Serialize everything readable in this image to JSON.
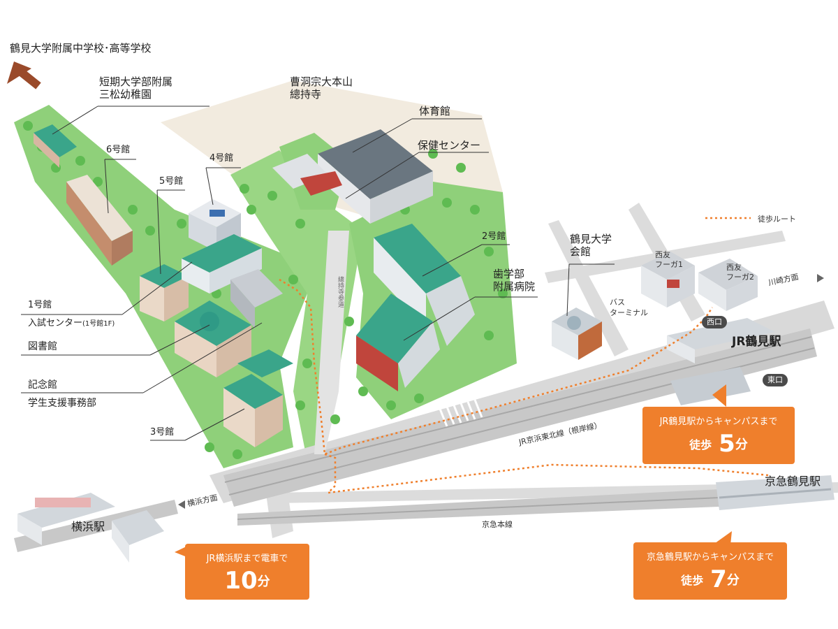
{
  "top_left_label": "鶴見大学附属中学校･高等学校",
  "buildings": {
    "kindergarten": "短期大学部附属\n三松幼稚園",
    "sojiji": "曹洞宗大本山\n總持寺",
    "gym": "体育館",
    "health_center": "保健センター",
    "building6": "6号館",
    "building4": "4号館",
    "building5": "5号館",
    "building2": "2号館",
    "dental_hospital": "歯学部\n附属病院",
    "hall": "鶴見大学\n会館",
    "building1": "1号館",
    "admissions": "入試センター",
    "admissions_note": "(1号館1F)",
    "library": "図書館",
    "memorial": "記念館",
    "student_support": "学生支援事務部",
    "building3": "3号館"
  },
  "approach_road": "總持寺参道",
  "map_labels": {
    "walk_route_legend": "徒歩ルート",
    "seiyu1": "西友\nフーガ1",
    "seiyu2": "西友\nフーガ2",
    "bus_terminal": "バス\nターミナル",
    "kawasaki_direction": "川崎方面",
    "west_exit": "西口",
    "east_exit": "東口",
    "jr_tsurumi": "JR鶴見駅",
    "jr_line": "JR京浜東北線（根岸線）",
    "keikyu_tsurumi": "京急鶴見駅",
    "keikyu_line": "京急本線",
    "yokohama_direction": "横浜方面",
    "yokohama_station": "横浜駅"
  },
  "callouts": {
    "jr": {
      "top": "JR鶴見駅からキャンパスまで",
      "walk": "徒歩",
      "num": "5",
      "unit": "分"
    },
    "keikyu": {
      "top": "京急鶴見駅からキャンパスまで",
      "walk": "徒歩",
      "num": "7",
      "unit": "分"
    },
    "yokohama": {
      "top": "JR横浜駅まで電車で",
      "num": "10",
      "unit": "分"
    }
  },
  "colors": {
    "green": "#8fd07a",
    "teal": "#2f9a86",
    "orange": "#ef7f2c",
    "arrow": "#9a4a2a",
    "road": "#d9d9d9"
  }
}
